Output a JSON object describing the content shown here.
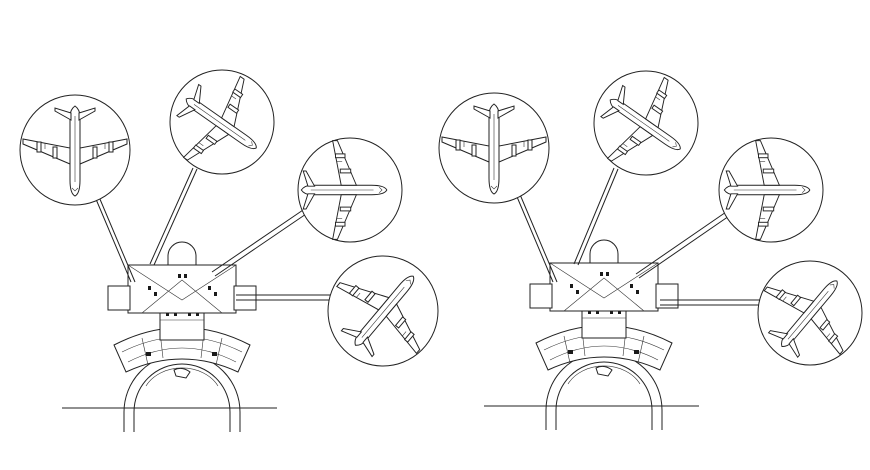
{
  "drawing": {
    "background": "#ffffff",
    "line_color": "#222222",
    "views": [
      {
        "id": "plan-left",
        "stands": [
          {
            "aircraft_heading": 180
          },
          {
            "aircraft_heading": 125
          },
          {
            "aircraft_heading": 90
          },
          {
            "aircraft_heading": 40
          }
        ]
      },
      {
        "id": "plan-right",
        "stands": [
          {
            "aircraft_heading": 180
          },
          {
            "aircraft_heading": 125
          },
          {
            "aircraft_heading": 90
          },
          {
            "aircraft_heading": 40
          }
        ]
      }
    ]
  }
}
